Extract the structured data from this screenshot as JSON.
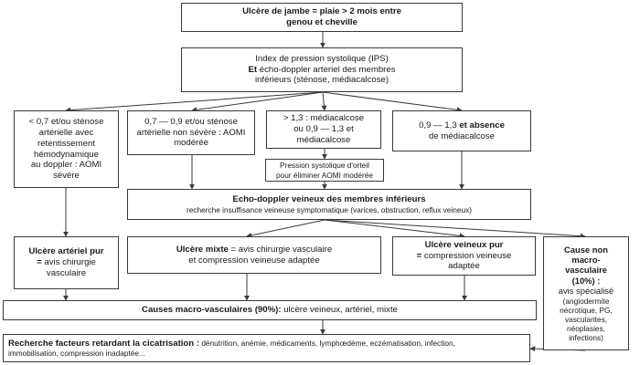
{
  "nodes": {
    "top": {
      "l1": "Ulcère de jambe = plaie > 2 mois entre",
      "l2": "genou et cheville"
    },
    "ips": {
      "l1": "Index de pression systolique (IPS)",
      "l2_bold": "Et",
      "l2_rest": " écho-doppler arteriel des membres",
      "l3": "inférieurs (sténose, médiacalcose)"
    },
    "c1": {
      "l1": "< 0,7 et/ou sténose",
      "l2": "artérielle avec",
      "l3": "retentissement",
      "l4": "hémodynamique",
      "l5": "au doppler : AOMI",
      "l6": "sévère"
    },
    "c2": {
      "l1": "0,7 — 0,9 et/ou sténose",
      "l2": "artérielle non sévère : AOMI",
      "l3": "modérée"
    },
    "c3": {
      "l1": "> 1,3 : médiacalcose",
      "l2": "ou 0,9 — 1,3 et",
      "l3": "médiacalcose"
    },
    "c4": {
      "l1_start": "0,9 — 1,3 ",
      "l1_bold": "et absence",
      "l2": "de médiacalcose"
    },
    "orteil": {
      "l1": "Pression systolique d'orteil",
      "l2": "pour éliminer AOMI modérée"
    },
    "veineux": {
      "l1": "Echo-doppler veineux des membres inférieurs",
      "l2": "recherche insuffisance veineuse symptomatique (varices, obstruction, reflux veineux)"
    },
    "art_pur": {
      "l1": "Ulcère artériel pur",
      "l2_bold": "=",
      "l2_rest": " avis chirurgie",
      "l3": "vasculaire"
    },
    "mixte": {
      "l1_bold": "Ulcère mixte",
      "l1_rest": " = avis chirurgie vasculaire",
      "l2": "et compression veineuse adaptée"
    },
    "vein_pur": {
      "l1": "Ulcère  veineux pur",
      "l2_bold": "=",
      "l2_rest": "  compression veineuse",
      "l3": "adaptée"
    },
    "non_macro": {
      "l1": "Cause non",
      "l2": "macro-",
      "l3": "vasculaire",
      "l4": "(10%) :",
      "l5": "avis spécialisé",
      "l6": "(angiodermite",
      "l7": "nécrotique, PG,",
      "l8": "vascularites, néoplasies,",
      "l9": "infections)"
    },
    "macro": {
      "l1_bold": "Causes macro-vasculaires (90%):",
      "l1_rest": " ulcère veineux, artériel, mixte"
    },
    "facteurs": {
      "l1_bold": "Recherche facteurs retardant la cicatrisation :",
      "l1_rest": " dénutrition, anémie, médicaments, lymphœdème, eczématisation, infection,",
      "l2": "immobilisation, compression inadaptée..."
    }
  }
}
